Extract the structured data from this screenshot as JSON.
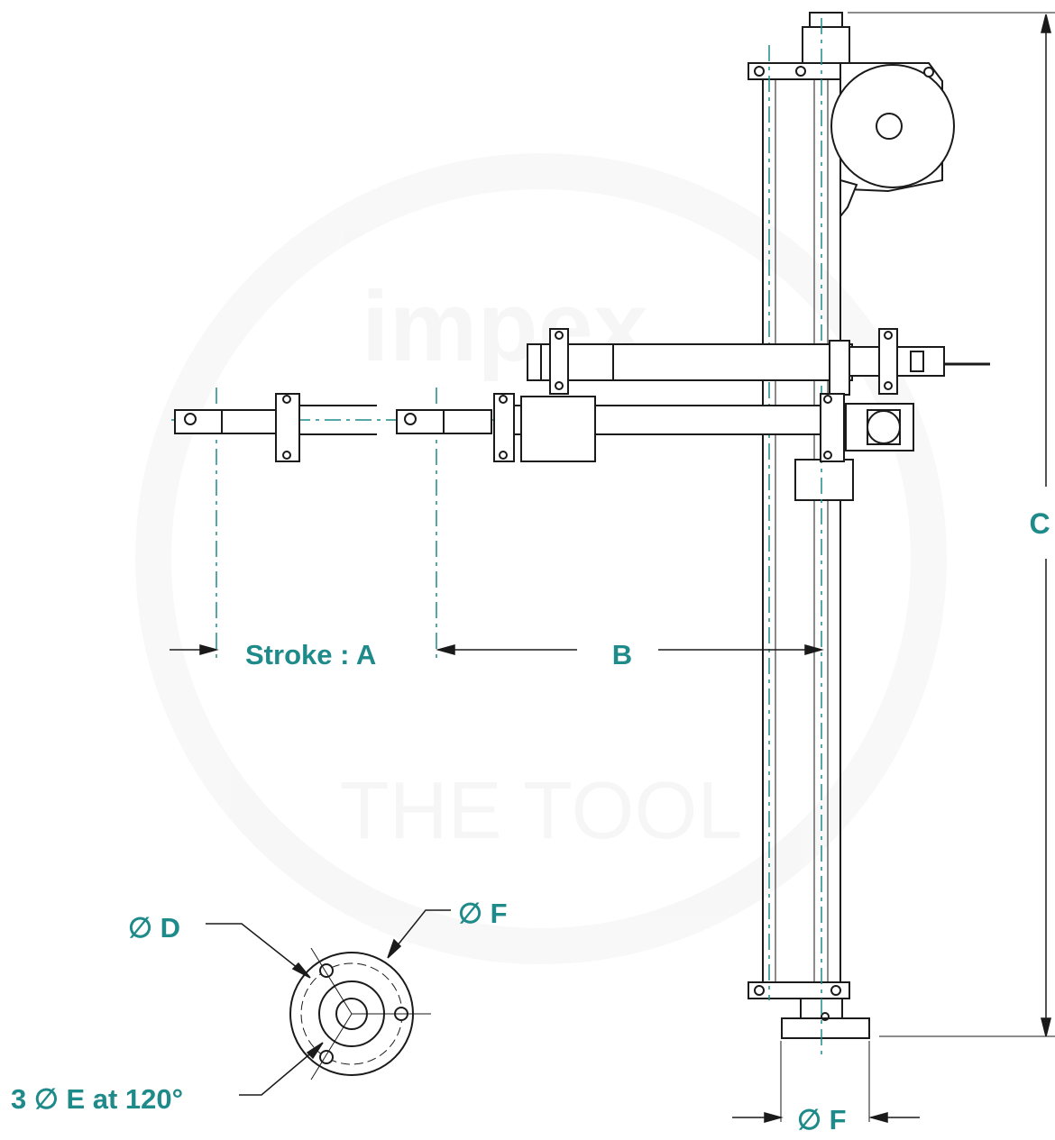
{
  "labels": {
    "stroke": "Stroke : A",
    "b": "B",
    "c": "C",
    "diameter_d": "∅ D",
    "diameter_f_top": "∅ F",
    "holes_e": "3 ∅ E at 120°",
    "diameter_f_bottom": "∅ F"
  },
  "colors": {
    "ink": "#1a1a1a",
    "accent": "#1f8a8a",
    "center_line": "#1f8a8a"
  },
  "watermark": {
    "brand": "impex",
    "tagline": "THE TOOL"
  }
}
